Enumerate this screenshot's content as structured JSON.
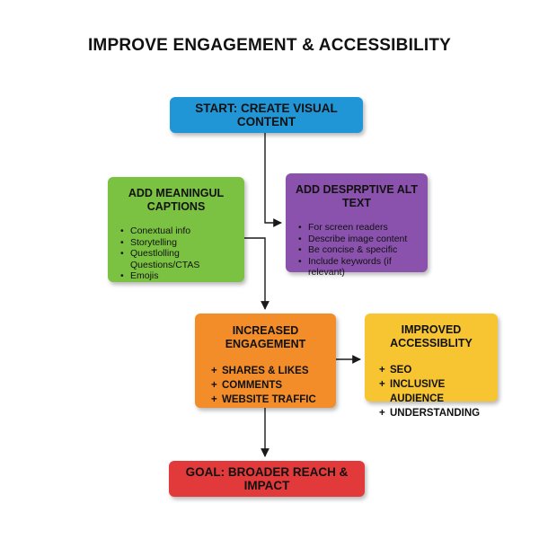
{
  "title": "IMPROVE ENGAGEMENT & ACCESSIBILITY",
  "colors": {
    "start": "#2196d6",
    "captions": "#7cc242",
    "alt_text": "#8a52ad",
    "engagement": "#f28d2a",
    "accessibility": "#f7c531",
    "goal": "#e23a3a",
    "arrow": "#1a1a1a"
  },
  "start": {
    "label": "START: CREATE VISUAL CONTENT"
  },
  "captions": {
    "heading": "ADD MEANINGUL CAPTIONS",
    "items": [
      "Conextual info",
      "Storytelling",
      "Questlolling Questions/CTAS",
      "Emojis"
    ]
  },
  "alt_text": {
    "heading": "ADD DESPRPTIVE ALT TEXT",
    "items": [
      "For screen readers",
      "Describe image content",
      "Be concise & specific",
      "Include keywords (if relevant)"
    ]
  },
  "engagement": {
    "heading": "INCREASED ENGAGEMENT",
    "items": [
      "SHARES & LIKES",
      "COMMENTS",
      "WEBSITE TRAFFIC"
    ]
  },
  "accessibility": {
    "heading": "IMPROVED ACCESSIBLITY",
    "items": [
      "SEO",
      "INCLUSIVE AUDIENCE",
      "UNDERSTANDING"
    ]
  },
  "goal": {
    "label": "GOAL: BROADER REACH & IMPACT"
  }
}
